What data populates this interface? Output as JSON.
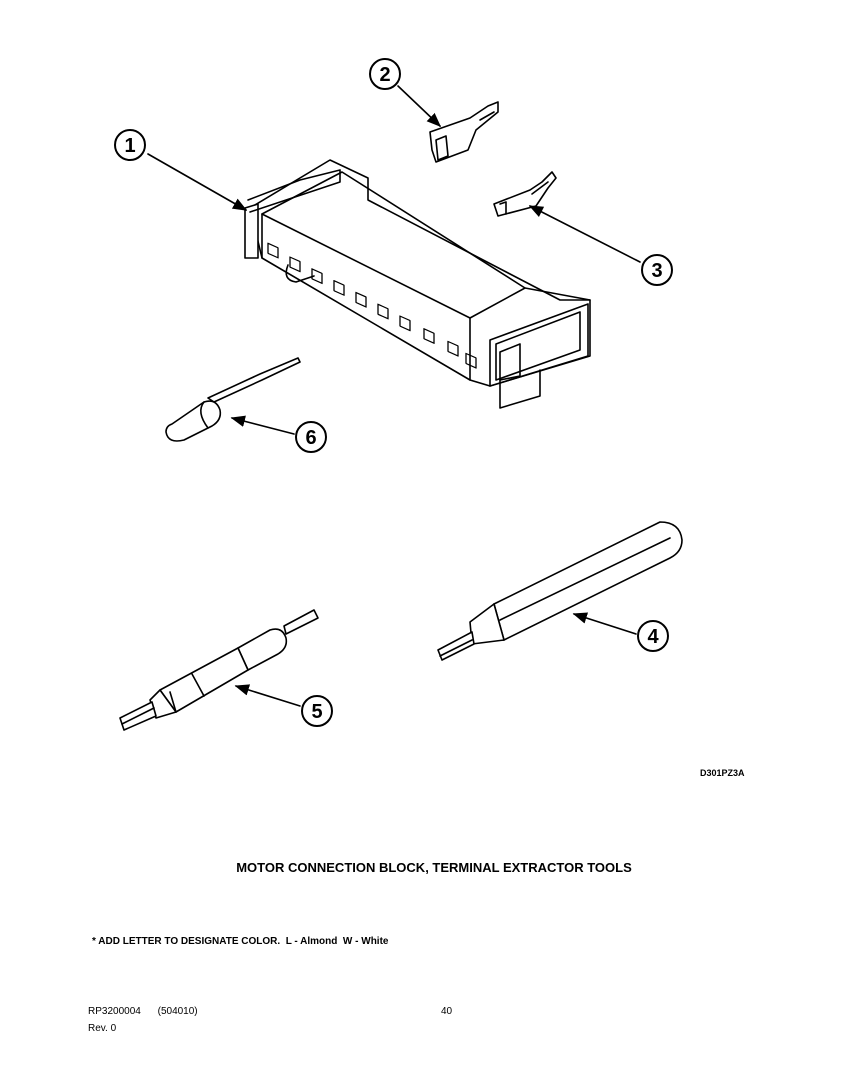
{
  "diagram": {
    "callouts": [
      {
        "id": "callout-1",
        "label": "1"
      },
      {
        "id": "callout-2",
        "label": "2"
      },
      {
        "id": "callout-3",
        "label": "3"
      },
      {
        "id": "callout-4",
        "label": "4"
      },
      {
        "id": "callout-5",
        "label": "5"
      },
      {
        "id": "callout-6",
        "label": "6"
      }
    ],
    "drawing_id": "D301PZ3A"
  },
  "title": "MOTOR CONNECTION BLOCK, TERMINAL EXTRACTOR TOOLS",
  "note": "* ADD LETTER TO DESIGNATE COLOR.  L - Almond  W - White",
  "footer": {
    "doc_number": "RP3200004",
    "doc_code": "(504010)",
    "page": "40",
    "revision": "Rev. 0"
  }
}
